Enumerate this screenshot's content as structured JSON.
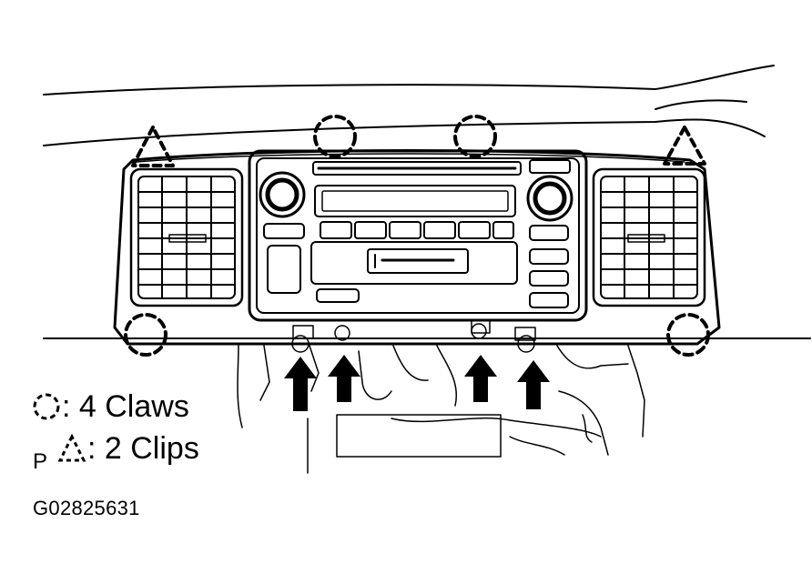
{
  "legend": {
    "claws": {
      "symbol": "dashed-circle-icon",
      "label": ": 4 Claws"
    },
    "clips": {
      "symbol": "dashed-triangle-icon",
      "label": ": 2 Clips"
    }
  },
  "corner_letter": "P",
  "figure_code": "G02825631",
  "colors": {
    "ink": "#000000",
    "paper": "#ffffff"
  }
}
